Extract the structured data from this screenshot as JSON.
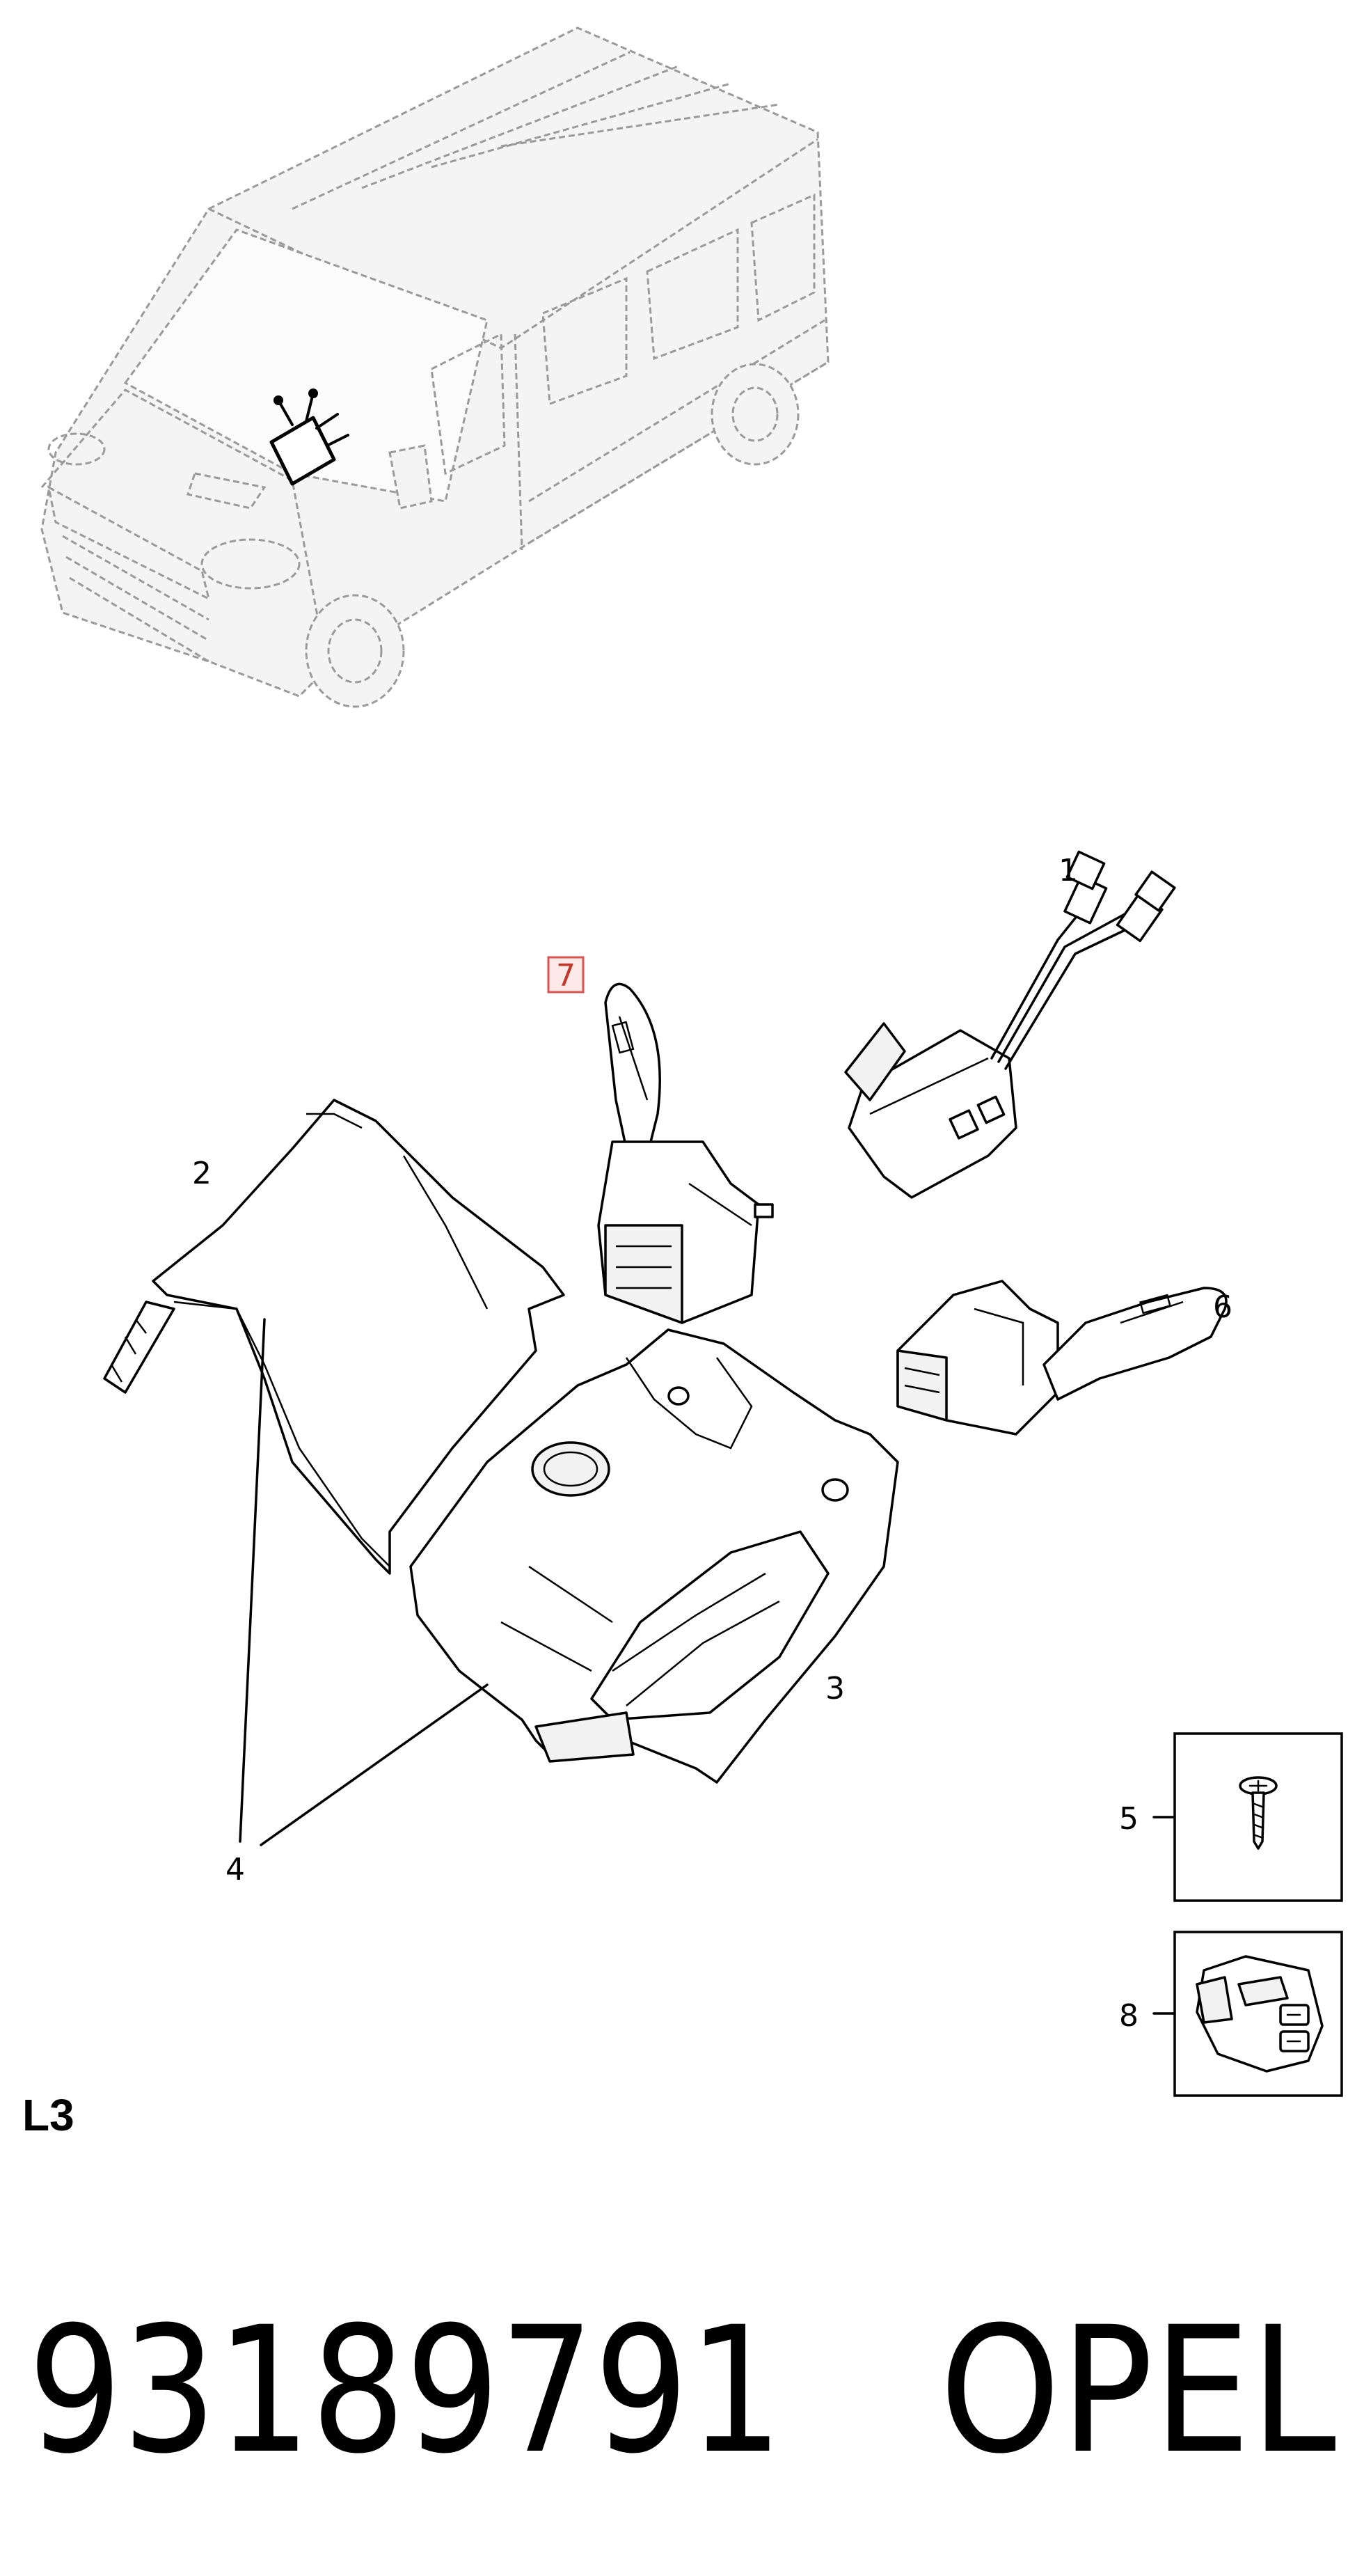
{
  "diagram": {
    "callouts": [
      {
        "id": "1",
        "label": "1"
      },
      {
        "id": "2",
        "label": "2"
      },
      {
        "id": "3",
        "label": "3"
      },
      {
        "id": "4",
        "label": "4"
      },
      {
        "id": "5",
        "label": "5"
      },
      {
        "id": "6",
        "label": "6"
      },
      {
        "id": "7",
        "label": "7",
        "highlighted": true
      },
      {
        "id": "8",
        "label": "8"
      }
    ],
    "group_code": "L3",
    "highlight_color": "#d9534f"
  },
  "footer": {
    "part_number": "93189791",
    "brand": "OPEL"
  }
}
